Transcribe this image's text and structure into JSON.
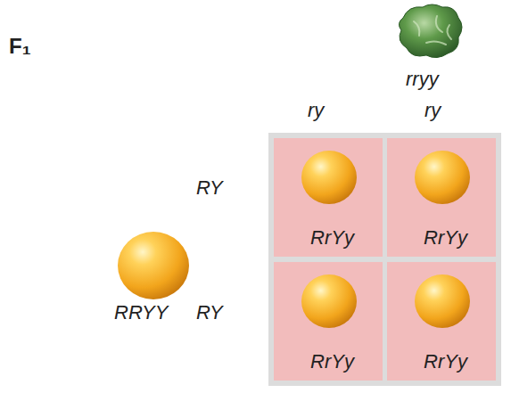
{
  "diagram": {
    "nodes": [
      {
        "text": [
          "RrYy"
        ]
      },
      {
        "text": [
          "RrYy"
        ]
      },
      {
        "text": [
          "RrYy"
        ]
      },
      {
        "text": [
          "RrYy"
        ]
      }
    ],
    "labels": [
      "F₁",
      "rryy",
      "ry",
      "ry",
      "RY",
      "RRYY",
      "RY"
    ]
  }
}
